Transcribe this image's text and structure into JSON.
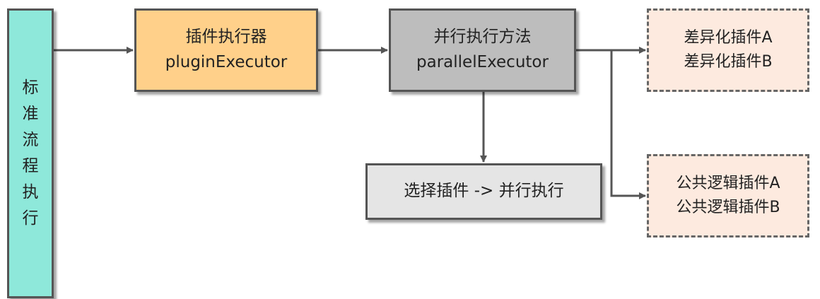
{
  "diagram": {
    "standard_flow": {
      "label_chars": [
        "标",
        "准",
        "流",
        "程",
        "执",
        "行"
      ]
    },
    "plugin_executor": {
      "line1": "插件执行器",
      "line2": "pluginExecutor"
    },
    "parallel_method": {
      "line1": "并行执行方法",
      "line2": "parallelExecutor"
    },
    "select_parallel": {
      "label": "选择插件 -> 并行执行"
    },
    "diff_plugins": {
      "items": [
        "差异化插件A",
        "差异化插件B"
      ]
    },
    "common_plugins": {
      "items": [
        "公共逻辑插件A",
        "公共逻辑插件B"
      ]
    }
  }
}
